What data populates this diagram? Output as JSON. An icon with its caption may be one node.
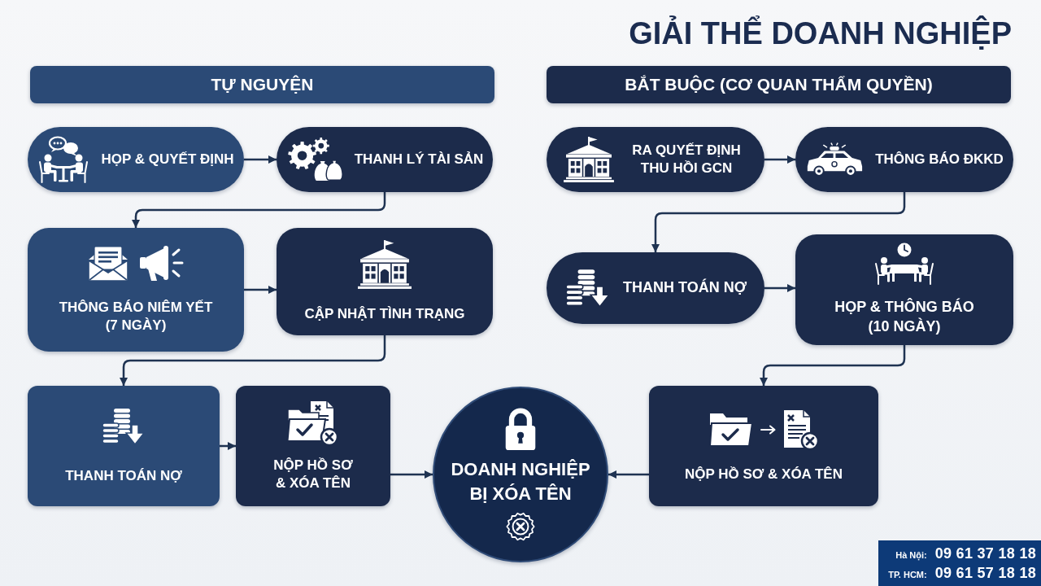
{
  "diagram": {
    "title": "GIẢI THỂ DOANH NGHIỆP",
    "nodes": [
      {
        "text": [
          "TỰ NGUYỆN"
        ]
      },
      {
        "text": [
          "BẮT BUỘC (CƠ QUAN THẨM QUYỀN)"
        ]
      },
      {
        "text": [
          "HỌP & QUYẾT ĐỊNH"
        ]
      },
      {
        "text": [
          "THANH LÝ TÀI SẢN"
        ]
      },
      {
        "text": [
          "THÔNG BÁO NIÊM YẾT (7 NGÀY)"
        ]
      },
      {
        "text": [
          "CẬP NHẬT TÌNH TRẠNG"
        ]
      },
      {
        "text": [
          "THANH TOÁN NỢ"
        ]
      },
      {
        "text": [
          "NỘP HỒ SƠ & XÓA TÊN"
        ]
      },
      {
        "text": [
          "DOANH NGHIỆP BỊ XÓA TÊN"
        ]
      },
      {
        "text": [
          "RA QUYẾT ĐỊNH THU HỒI GCN"
        ]
      },
      {
        "text": [
          "THÔNG BÁO ĐKKD"
        ]
      },
      {
        "text": [
          "THANH TOÁN NỢ"
        ]
      },
      {
        "text": [
          "HỌP & THÔNG BÁO (10 NGÀY)"
        ]
      },
      {
        "text": [
          "NỘP HỒ SƠ & XÓA TÊN"
        ]
      }
    ],
    "edges": [
      {
        "from": 2,
        "to": 3,
        "arrow": "to"
      },
      {
        "from": 3,
        "to": 4,
        "arrow": "to"
      },
      {
        "from": 4,
        "to": 5,
        "arrow": "to"
      },
      {
        "from": 5,
        "to": 6,
        "arrow": "to"
      },
      {
        "from": 6,
        "to": 7,
        "arrow": "to"
      },
      {
        "from": 7,
        "to": 8,
        "arrow": "to"
      },
      {
        "from": 9,
        "to": 10,
        "arrow": "to"
      },
      {
        "from": 10,
        "to": 11,
        "arrow": "to"
      },
      {
        "from": 11,
        "to": 12,
        "arrow": "to"
      },
      {
        "from": 12,
        "to": 13,
        "arrow": "to"
      },
      {
        "from": 13,
        "to": 8,
        "arrow": "to"
      }
    ],
    "labels": [
      "Hà Nội:",
      "09 61 37 18 18",
      "TP. HCM:",
      "09 61 57 18 18"
    ]
  }
}
